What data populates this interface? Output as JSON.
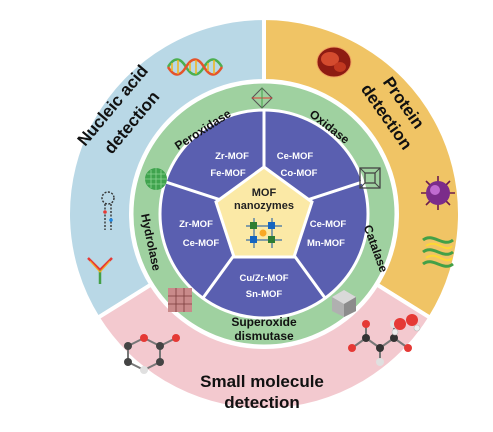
{
  "colors": {
    "nucleic_ring": "#b9d8e6",
    "protein_ring": "#f0c465",
    "small_molecule_ring": "#f3c9cf",
    "enzyme_ring": "#9fd1a0",
    "inner_sector": "#5a5fb0",
    "center": "#fbe9a6",
    "separator": "#ffffff"
  },
  "outer": {
    "nucleic_line1": "Nucleic acid",
    "nucleic_line2": "detection",
    "protein_line1": "Protein",
    "protein_line2": "detection",
    "small_line1": "Small molecule",
    "small_line2": "detection"
  },
  "enzymes": {
    "peroxidase": "Peroxidase",
    "oxidase": "Oxidase",
    "catalase": "Catalase",
    "sod_line1": "Superoxide",
    "sod_line2": "dismutase",
    "hydrolase": "Hydrolase"
  },
  "mofs": {
    "peroxidase_1": "Zr-MOF",
    "peroxidase_2": "Fe-MOF",
    "oxidase_1": "Ce-MOF",
    "oxidase_2": "Co-MOF",
    "catalase_1": "Ce-MOF",
    "catalase_2": "Mn-MOF",
    "sod_1": "Cu/Zr-MOF",
    "sod_2": "Sn-MOF",
    "hydrolase_1": "Zr-MOF",
    "hydrolase_2": "Ce-MOF"
  },
  "center": {
    "line1": "MOF",
    "line2": "nanozymes"
  }
}
